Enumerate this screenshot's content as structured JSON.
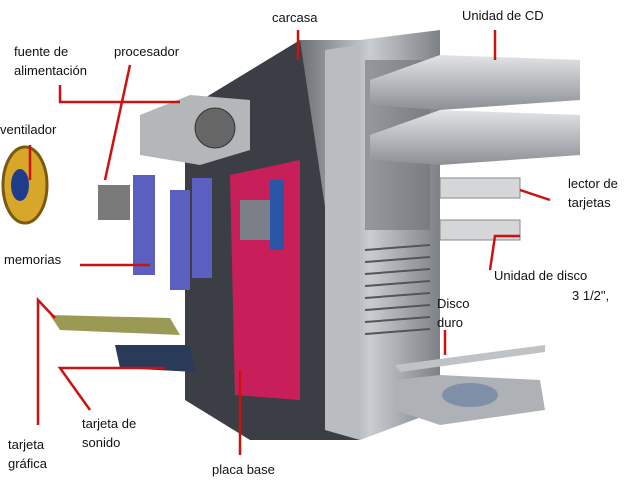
{
  "labels": {
    "carcasa": "carcasa",
    "unidad_cd": "Unidad de CD",
    "fuente_1": "fuente de",
    "fuente_2": "alimentación",
    "procesador": "procesador",
    "ventilador": "ventilador",
    "lector_1": "lector de",
    "lector_2": "tarjetas",
    "memorias": "memorias",
    "disco35_1": "Unidad de disco",
    "disco35_2": "3 1/2\",",
    "disco_duro_1": "Disco",
    "disco_duro_2": "duro",
    "grafica_1": "tarjeta",
    "grafica_2": "gráfica",
    "sonido_1": "tarjeta de",
    "sonido_2": "sonido",
    "placa_base": "placa base"
  },
  "colors": {
    "leader_line": "#cc1111",
    "motherboard": "#c81f5a",
    "case": "#9a9ea3"
  }
}
